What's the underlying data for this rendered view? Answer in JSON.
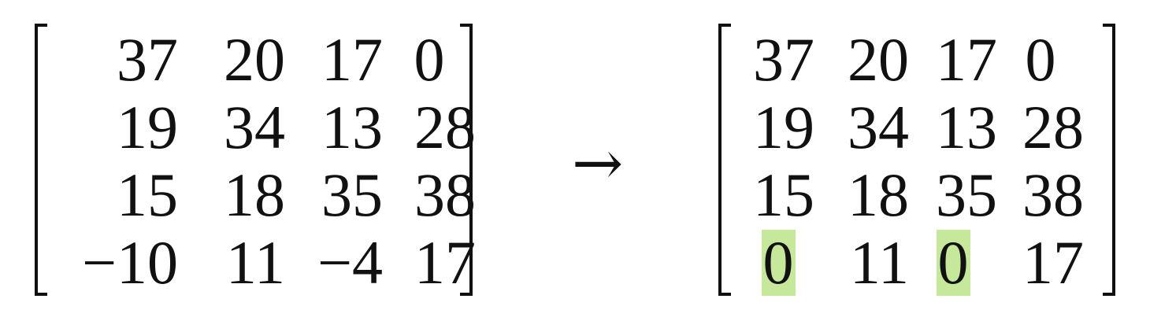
{
  "left_matrix": {
    "rows": [
      [
        "37",
        "20",
        "17",
        "0"
      ],
      [
        "19",
        "34",
        "13",
        "28"
      ],
      [
        "15",
        "18",
        "35",
        "38"
      ],
      [
        "−10",
        "11",
        "−4",
        "17"
      ]
    ]
  },
  "arrow": "→",
  "right_matrix": {
    "rows": [
      [
        "37",
        "20",
        "17",
        "0"
      ],
      [
        "19",
        "34",
        "13",
        "28"
      ],
      [
        "15",
        "18",
        "35",
        "38"
      ],
      [
        "0",
        "11",
        "0",
        "17"
      ]
    ],
    "highlighted_cells": [
      [
        3,
        0
      ],
      [
        3,
        2
      ]
    ],
    "highlight_color": "#c5e89a"
  }
}
